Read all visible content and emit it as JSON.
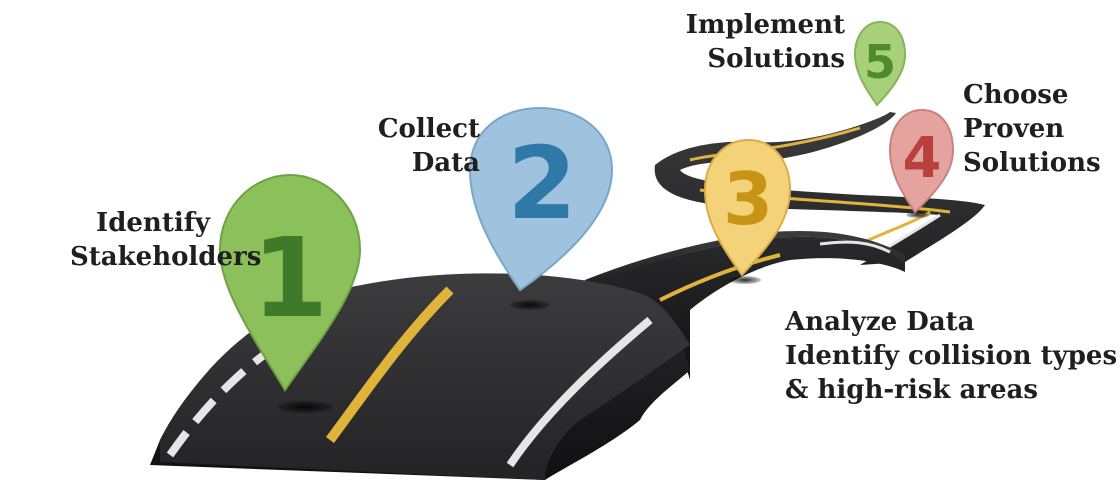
{
  "steps": [
    {
      "number": "1",
      "lines": [
        "Identify",
        "Stakeholders"
      ],
      "color": "#8cc05a",
      "numColor": "#3f7a2a"
    },
    {
      "number": "2",
      "lines": [
        "Collect",
        "Data"
      ],
      "color": "#9fc2df",
      "numColor": "#2f79a9"
    },
    {
      "number": "3",
      "lines": [
        "Analyze Data",
        "Identify collision types",
        "& high-risk areas"
      ],
      "color": "#f4d27a",
      "numColor": "#c89416"
    },
    {
      "number": "4",
      "lines": [
        "Choose",
        "Proven",
        "Solutions"
      ],
      "color": "#e5a3a0",
      "numColor": "#b8413b"
    },
    {
      "number": "5",
      "lines": [
        "Implement",
        "Solutions"
      ],
      "color": "#a8d07a",
      "numColor": "#4d8b2c"
    }
  ],
  "colors": {
    "road": "#2b2b2d",
    "road_side": "#1d1d1f",
    "centerline": "#e0b43a",
    "edgeline": "#e6e6e6"
  }
}
